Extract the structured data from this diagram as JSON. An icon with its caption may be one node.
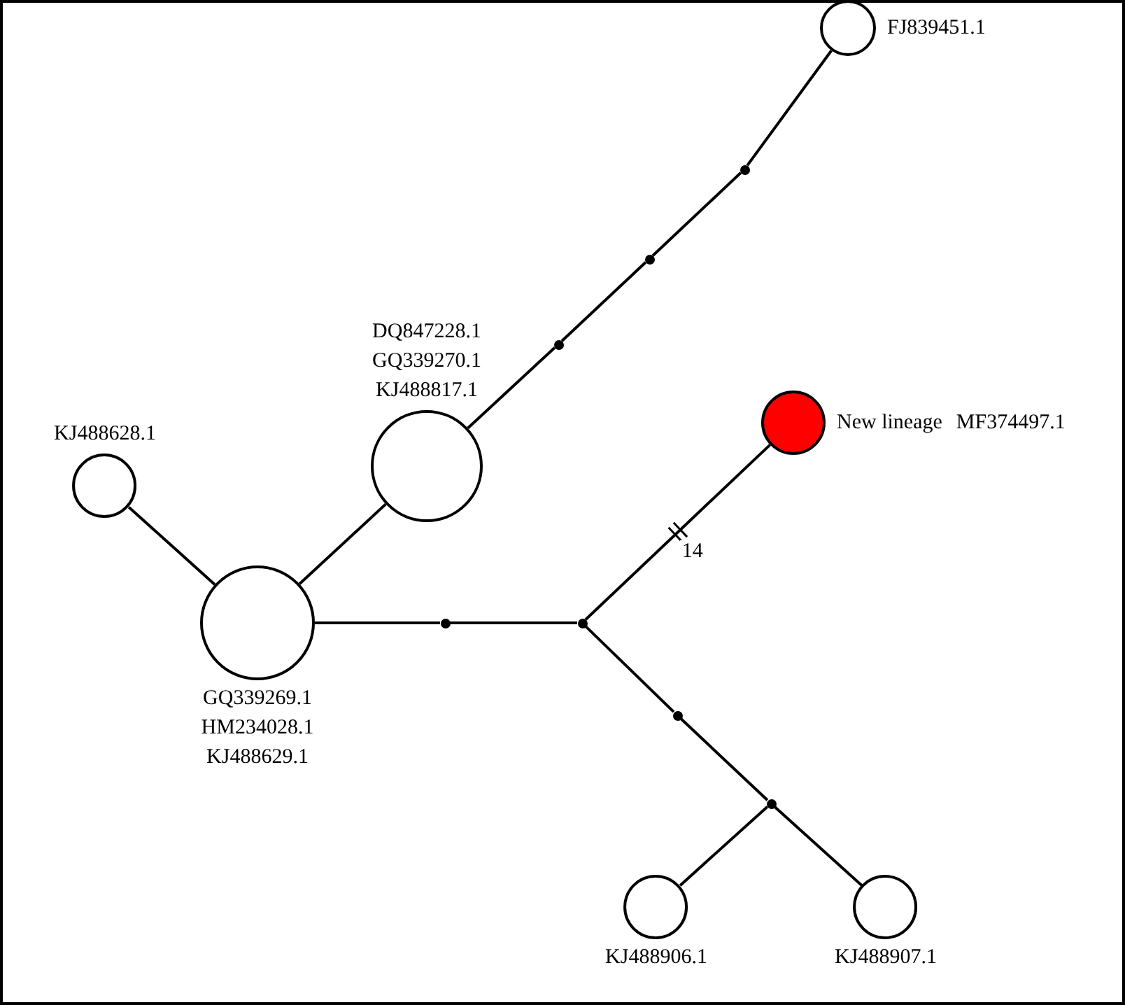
{
  "diagram": {
    "nodes": [
      {
        "text": [
          "FJ839451.1"
        ]
      },
      {
        "text": [
          "DQ847228.1",
          "GQ339270.1",
          "KJ488817.1"
        ]
      },
      {
        "text": [
          "KJ488628.1"
        ]
      },
      {
        "text": [
          "New lineage",
          "MF374497.1"
        ]
      },
      {
        "text": [
          "GQ339269.1",
          "HM234028.1",
          "KJ488629.1"
        ]
      },
      {
        "text": [
          "KJ488906.1"
        ]
      },
      {
        "text": [
          "KJ488907.1"
        ]
      },
      {
        "text": [],
        "shape": "circle"
      },
      {
        "text": [],
        "shape": "circle"
      },
      {
        "text": [],
        "shape": "circle"
      },
      {
        "text": [],
        "shape": "circle"
      },
      {
        "text": [],
        "shape": "circle"
      },
      {
        "text": [],
        "shape": "circle"
      },
      {
        "text": [],
        "shape": "circle"
      }
    ],
    "edges": [
      {
        "from": 0,
        "to": 7,
        "arrow": "none"
      },
      {
        "from": 7,
        "to": 8,
        "arrow": "none"
      },
      {
        "from": 8,
        "to": 9,
        "arrow": "none"
      },
      {
        "from": 9,
        "to": 1,
        "arrow": "none"
      },
      {
        "from": 1,
        "to": 4,
        "arrow": "none"
      },
      {
        "from": 2,
        "to": 4,
        "arrow": "none"
      },
      {
        "from": 4,
        "to": 10,
        "arrow": "none"
      },
      {
        "from": 10,
        "to": 11,
        "arrow": "none"
      },
      {
        "from": 11,
        "to": 3,
        "arrow": "none",
        "label": "14"
      },
      {
        "from": 11,
        "to": 12,
        "arrow": "none"
      },
      {
        "from": 12,
        "to": 13,
        "arrow": "none"
      },
      {
        "from": 13,
        "to": 5,
        "arrow": "none"
      },
      {
        "from": 13,
        "to": 6,
        "arrow": "none"
      }
    ]
  }
}
